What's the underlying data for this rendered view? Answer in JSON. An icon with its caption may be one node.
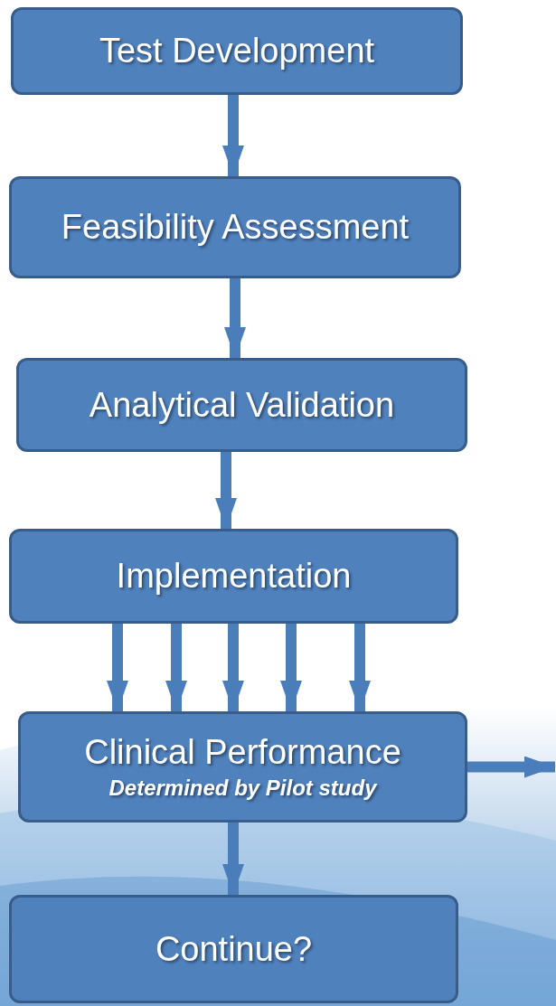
{
  "diagram": {
    "nodes": [
      {
        "text": [
          "Test Development"
        ]
      },
      {
        "text": [
          "Feasibility Assessment"
        ]
      },
      {
        "text": [
          "Analytical Validation"
        ]
      },
      {
        "text": [
          "Implementation"
        ]
      },
      {
        "text": [
          "Clinical Performance",
          "Determined by Pilot study"
        ]
      },
      {
        "text": [
          "Continue?"
        ]
      }
    ],
    "edges": [
      {
        "from": 0,
        "to": 1,
        "arrow": "to"
      },
      {
        "from": 1,
        "to": 2,
        "arrow": "to"
      },
      {
        "from": 2,
        "to": 3,
        "arrow": "to"
      },
      {
        "from": 3,
        "to": 4,
        "arrow": "to"
      },
      {
        "from": 3,
        "to": 4,
        "arrow": "to"
      },
      {
        "from": 3,
        "to": 4,
        "arrow": "to"
      },
      {
        "from": 3,
        "to": 4,
        "arrow": "to"
      },
      {
        "from": 3,
        "to": 4,
        "arrow": "to"
      },
      {
        "from": 4,
        "to": null,
        "arrow": "to"
      },
      {
        "from": 4,
        "to": 5,
        "arrow": "to"
      }
    ]
  }
}
